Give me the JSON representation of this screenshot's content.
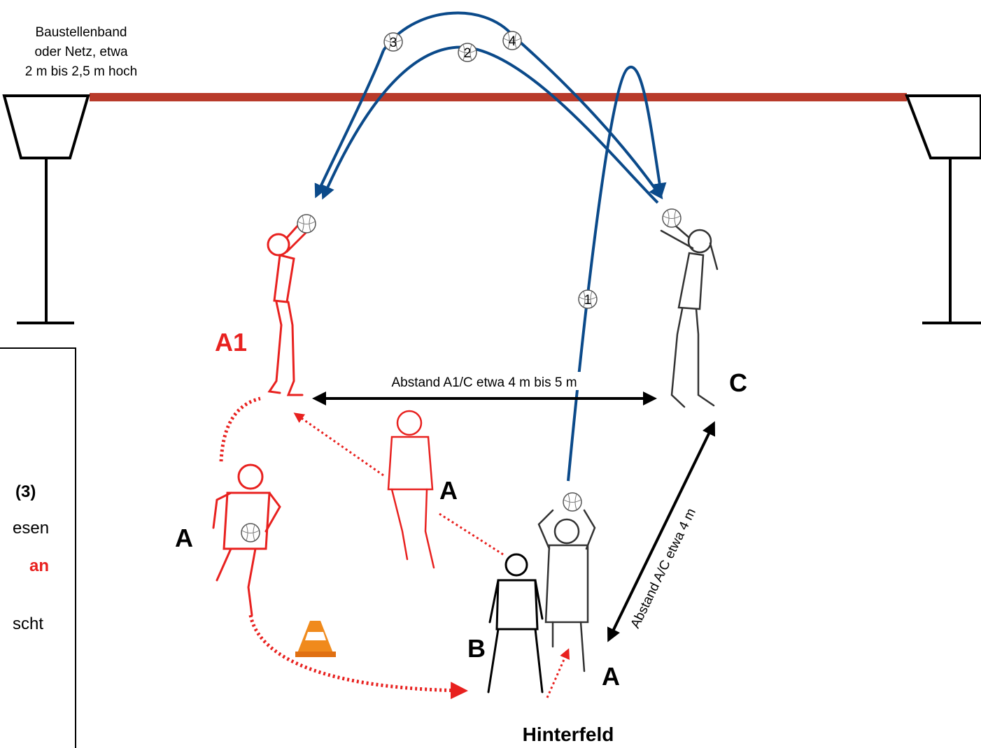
{
  "net": {
    "caption_lines": [
      "Baustellenband",
      "oder Netz, etwa",
      "2 m bis 2,5 m hoch"
    ],
    "color": "#b83a2a"
  },
  "labels": {
    "a1": "A1",
    "c": "C",
    "a_left": "A",
    "a_mid": "A",
    "a_bottom": "A",
    "b": "B",
    "hinterfeld": "Hinterfeld",
    "distance_a1_c": "Abstand A1/C  etwa 4 m bis 5 m",
    "distance_a_c": "Abstand  A/C  etwa 4 m"
  },
  "ball_numbers": [
    "1",
    "2",
    "3",
    "4"
  ],
  "side_box": {
    "fragments": [
      "(3)",
      "esen",
      "an",
      "scht"
    ]
  },
  "colors": {
    "red": "#e8211f",
    "blue": "#0b4a8a",
    "black": "#000000"
  }
}
